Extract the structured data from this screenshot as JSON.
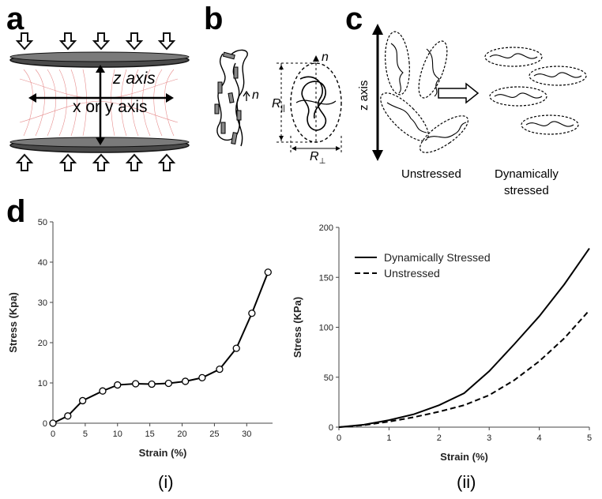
{
  "panels": {
    "a": {
      "letter": "a",
      "z_label": "z axis",
      "xy_label": "x or y axis"
    },
    "b": {
      "letter": "b",
      "n_label": "n",
      "n_label2": "n",
      "r_par": "R",
      "r_par_sub": "||",
      "r_perp": "R",
      "r_perp_sub": "⊥"
    },
    "c": {
      "letter": "c",
      "z_label": "z axis",
      "unstressed": "Unstressed",
      "dyn_line1": "Dynamically",
      "dyn_line2": "stressed"
    },
    "d": {
      "letter": "d"
    }
  },
  "captions": {
    "left": "(i)",
    "right": "(ii)"
  },
  "chart_data": [
    {
      "type": "line",
      "x": [
        0,
        2.3,
        4.6,
        7.7,
        10,
        12.8,
        15.3,
        17.9,
        20.5,
        23.1,
        25.8,
        28.4,
        30.8,
        33.3
      ],
      "series": [
        {
          "values": [
            0,
            1.8,
            5.6,
            8.0,
            9.5,
            9.8,
            9.7,
            9.9,
            10.4,
            11.3,
            13.4,
            18.6,
            27.3,
            37.5
          ]
        }
      ],
      "xlabel": "Strain (%)",
      "ylabel": "Stress (Kpa)",
      "xlim": [
        0,
        34
      ],
      "ylim": [
        0,
        50
      ],
      "xticks": [
        0,
        5,
        10,
        15,
        20,
        25,
        30
      ],
      "yticks": [
        0,
        10,
        20,
        30,
        40,
        50
      ]
    },
    {
      "type": "line",
      "x": [
        0,
        0.5,
        1.0,
        1.5,
        2.0,
        2.5,
        3.0,
        3.5,
        4.0,
        4.5,
        5.0
      ],
      "series": [
        {
          "name": "Dynamically Stressed",
          "values": [
            0,
            2.5,
            7,
            13,
            22,
            34,
            56,
            83,
            111,
            143,
            179
          ]
        },
        {
          "name": "Unstressed",
          "values": [
            0,
            2,
            5.5,
            10,
            15.5,
            22,
            32,
            47,
            66,
            89,
            117
          ]
        }
      ],
      "xlabel": "Strain (%)",
      "ylabel": "Stress (KPa)",
      "xlim": [
        0,
        5
      ],
      "ylim": [
        0,
        200
      ],
      "xticks": [
        0,
        1,
        2,
        3,
        4,
        5
      ],
      "yticks": [
        0,
        50,
        100,
        150,
        200
      ],
      "legend": "top-left"
    }
  ]
}
